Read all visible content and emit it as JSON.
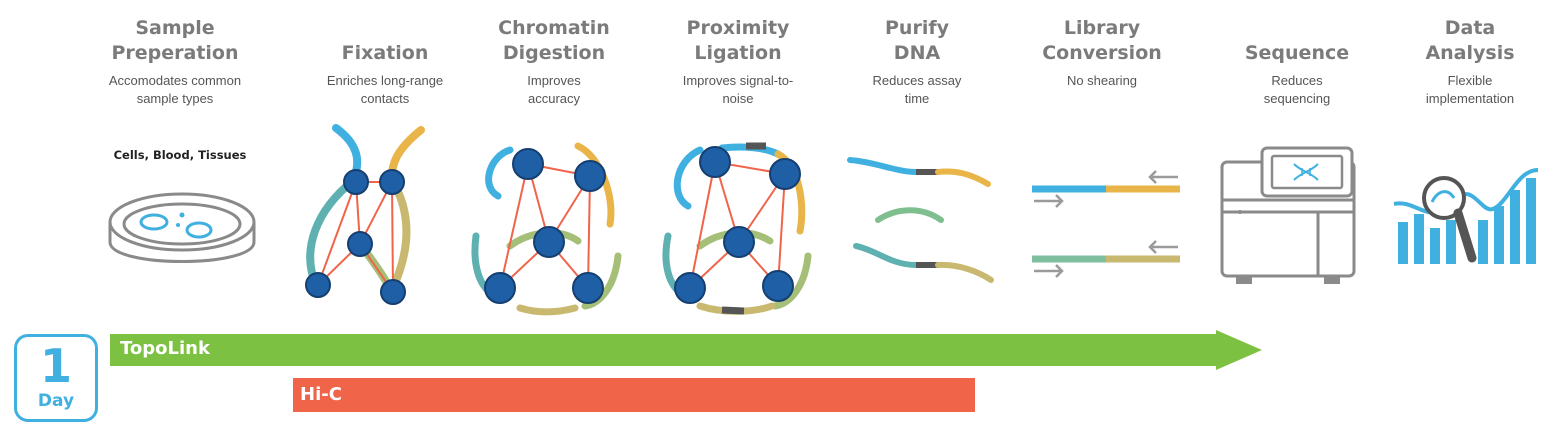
{
  "steps": [
    {
      "title": "Sample Preperation",
      "desc": "Accomodates common sample types"
    },
    {
      "title": "Fixation",
      "desc": "Enriches long-range contacts"
    },
    {
      "title": "Chromatin Digestion",
      "desc": "Improves accuracy"
    },
    {
      "title": "Proximity Ligation",
      "desc": "Improves signal-to-noise"
    },
    {
      "title": "Purify DNA",
      "desc": "Reduces assay time"
    },
    {
      "title": "Library Conversion",
      "desc": "No shearing"
    },
    {
      "title": "Sequence",
      "desc": "Reduces sequencing"
    },
    {
      "title": "Data Analysis",
      "desc": "Flexible implementation"
    }
  ],
  "sample_label": "Cells, Blood, Tissues",
  "day": {
    "number": "1",
    "unit": "Day"
  },
  "bars": [
    {
      "label": "TopoLink",
      "color": "#7dc142"
    },
    {
      "label": "Hi-C",
      "color": "#f0644a"
    }
  ],
  "colors": {
    "blue": "#3fb0e0",
    "orange": "#f0644a",
    "green": "#7dc142",
    "node": "#1f5fa6",
    "gold": "#e9b548",
    "teal": "#5fb0b0",
    "gray": "#8a8a8a"
  }
}
